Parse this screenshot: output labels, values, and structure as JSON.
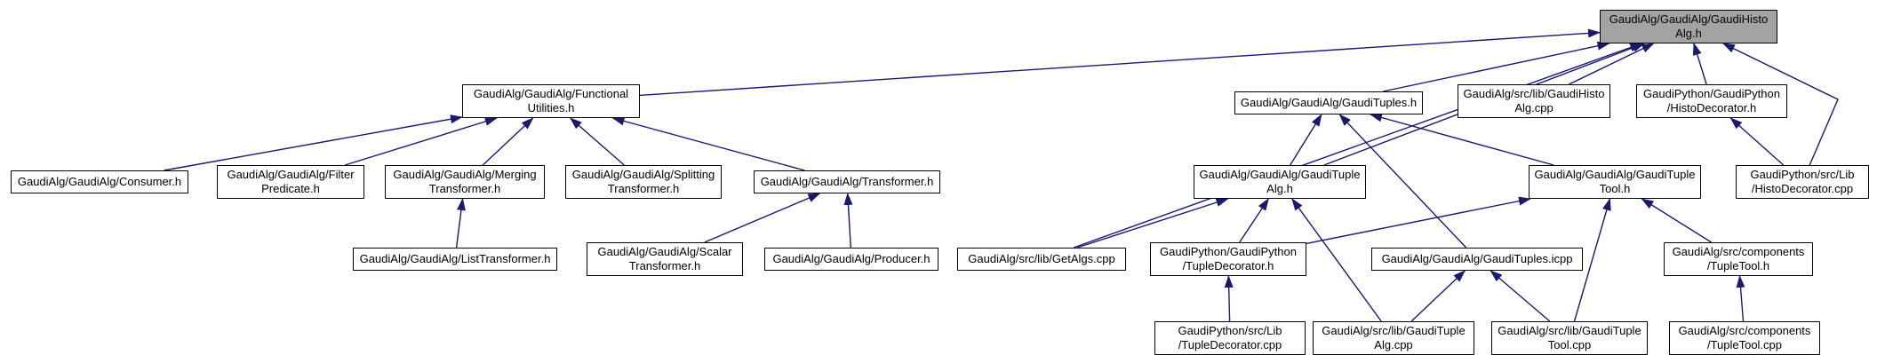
{
  "diagram": {
    "kind": "doxygen-included-by-graph",
    "root_file": "GaudiAlg/GaudiAlg/GaudiHistoAlg.h"
  },
  "colors": {
    "background": "#ffffff",
    "edge": "#191970",
    "node_border": "#000000",
    "node_fill": "#ffffff",
    "root_node_fill": "#a3a3a3",
    "text": "#000000"
  },
  "nodes": [
    {
      "id": "main",
      "label": "GaudiAlg/GaudiAlg/GaudiHisto\nAlg.h",
      "root": true
    },
    {
      "id": "functional",
      "label": "GaudiAlg/GaudiAlg/Functional\nUtilities.h"
    },
    {
      "id": "tuples_h",
      "label": "GaudiAlg/GaudiAlg/GaudiTuples.h"
    },
    {
      "id": "histoalg_cpp",
      "label": "GaudiAlg/src/lib/GaudiHisto\nAlg.cpp"
    },
    {
      "id": "histodecorator_h",
      "label": "GaudiPython/GaudiPython\n/HistoDecorator.h"
    },
    {
      "id": "consumer",
      "label": "GaudiAlg/GaudiAlg/Consumer.h"
    },
    {
      "id": "filterpredicate",
      "label": "GaudiAlg/GaudiAlg/Filter\nPredicate.h"
    },
    {
      "id": "mergingtransformer",
      "label": "GaudiAlg/GaudiAlg/Merging\nTransformer.h"
    },
    {
      "id": "splittingtransformer",
      "label": "GaudiAlg/GaudiAlg/Splitting\nTransformer.h"
    },
    {
      "id": "transformer",
      "label": "GaudiAlg/GaudiAlg/Transformer.h"
    },
    {
      "id": "tuplealg_h",
      "label": "GaudiAlg/GaudiAlg/GaudiTuple\nAlg.h"
    },
    {
      "id": "tupletool_h",
      "label": "GaudiAlg/GaudiAlg/GaudiTuple\nTool.h"
    },
    {
      "id": "histodecorator_cpp",
      "label": "GaudiPython/src/Lib\n/HistoDecorator.cpp"
    },
    {
      "id": "listtransformer",
      "label": "GaudiAlg/GaudiAlg/ListTransformer.h"
    },
    {
      "id": "scalartransformer",
      "label": "GaudiAlg/GaudiAlg/Scalar\nTransformer.h"
    },
    {
      "id": "producer",
      "label": "GaudiAlg/GaudiAlg/Producer.h"
    },
    {
      "id": "getalgs",
      "label": "GaudiAlg/src/lib/GetAlgs.cpp"
    },
    {
      "id": "tupledecorator_h",
      "label": "GaudiPython/GaudiPython\n/TupleDecorator.h"
    },
    {
      "id": "tuples_icpp",
      "label": "GaudiAlg/GaudiAlg/GaudiTuples.icpp"
    },
    {
      "id": "tupletool_comp_h",
      "label": "GaudiAlg/src/components\n/TupleTool.h"
    },
    {
      "id": "tupledecorator_cpp",
      "label": "GaudiPython/src/Lib\n/TupleDecorator.cpp"
    },
    {
      "id": "tuplealg_cpp",
      "label": "GaudiAlg/src/lib/GaudiTuple\nAlg.cpp"
    },
    {
      "id": "tupletool_cpp",
      "label": "GaudiAlg/src/lib/GaudiTuple\nTool.cpp"
    },
    {
      "id": "tupletool_comp_cpp",
      "label": "GaudiAlg/src/components\n/TupleTool.cpp"
    }
  ],
  "edges": [
    {
      "from": "functional",
      "to": "main"
    },
    {
      "from": "tuples_h",
      "to": "main"
    },
    {
      "from": "histoalg_cpp",
      "to": "main"
    },
    {
      "from": "histodecorator_h",
      "to": "main"
    },
    {
      "from": "histodecorator_cpp",
      "to": "main"
    },
    {
      "from": "tuplealg_h",
      "to": "main"
    },
    {
      "from": "getalgs",
      "to": "main"
    },
    {
      "from": "consumer",
      "to": "functional"
    },
    {
      "from": "filterpredicate",
      "to": "functional"
    },
    {
      "from": "mergingtransformer",
      "to": "functional"
    },
    {
      "from": "splittingtransformer",
      "to": "functional"
    },
    {
      "from": "transformer",
      "to": "functional"
    },
    {
      "from": "listtransformer",
      "to": "mergingtransformer"
    },
    {
      "from": "scalartransformer",
      "to": "transformer"
    },
    {
      "from": "producer",
      "to": "transformer"
    },
    {
      "from": "tuplealg_h",
      "to": "tuples_h"
    },
    {
      "from": "tupletool_h",
      "to": "tuples_h"
    },
    {
      "from": "tuples_icpp",
      "to": "tuples_h"
    },
    {
      "from": "getalgs",
      "to": "tuplealg_h"
    },
    {
      "from": "tupledecorator_h",
      "to": "tuplealg_h"
    },
    {
      "from": "tupledecorator_h",
      "to": "tupletool_h"
    },
    {
      "from": "tuplealg_cpp",
      "to": "tuplealg_h"
    },
    {
      "from": "tupledecorator_cpp",
      "to": "tupledecorator_h"
    },
    {
      "from": "tuplealg_cpp",
      "to": "tuples_icpp"
    },
    {
      "from": "tupletool_cpp",
      "to": "tuples_icpp"
    },
    {
      "from": "tupletool_cpp",
      "to": "tupletool_h"
    },
    {
      "from": "tupletool_comp_h",
      "to": "tupletool_h"
    },
    {
      "from": "tupletool_comp_cpp",
      "to": "tupletool_comp_h"
    },
    {
      "from": "histodecorator_cpp",
      "to": "histodecorator_h"
    }
  ]
}
